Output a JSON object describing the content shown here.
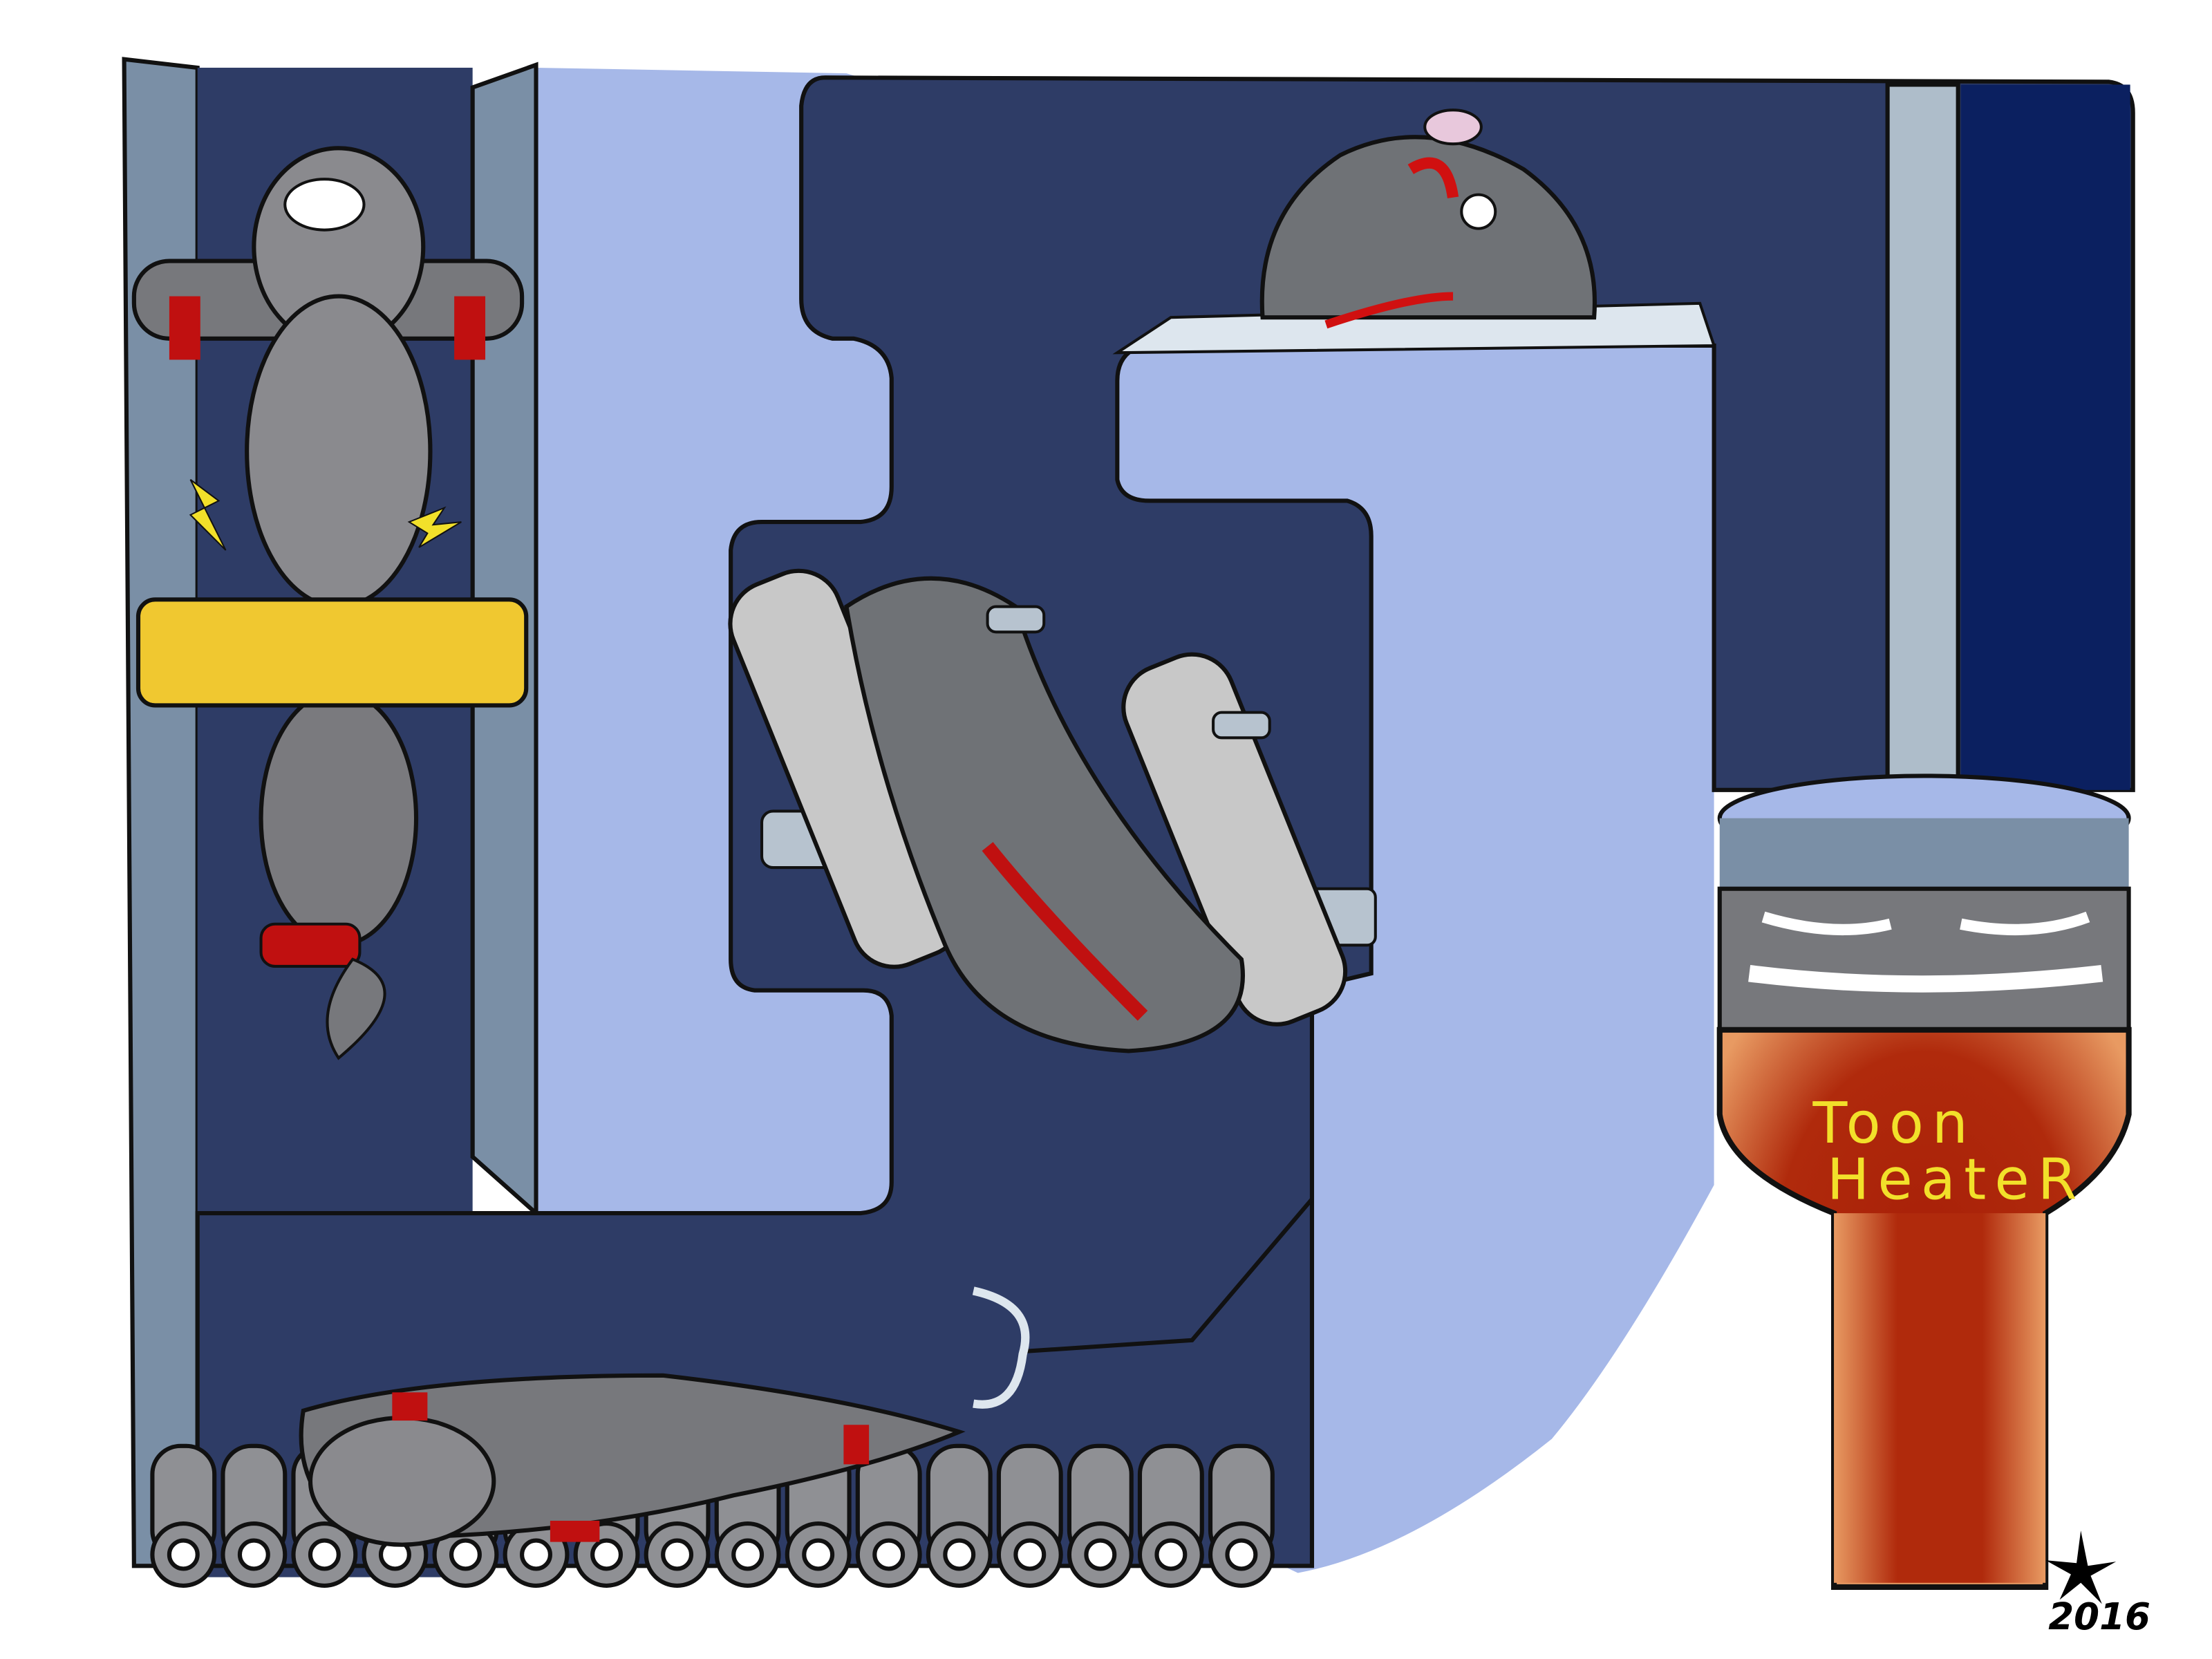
{
  "illustration": {
    "heater_label_line1": "Toon",
    "heater_label_line2": "HeateR",
    "signature_year": "2016",
    "colors": {
      "navy": "#2e3c66",
      "light_blue": "#a6b8e8",
      "steel": "#7a8fa6",
      "otter_gray": "#8a8a8e",
      "yellow": "#f0c830",
      "heater_red": "#b02a0c",
      "heater_orange": "#e89a62"
    }
  }
}
